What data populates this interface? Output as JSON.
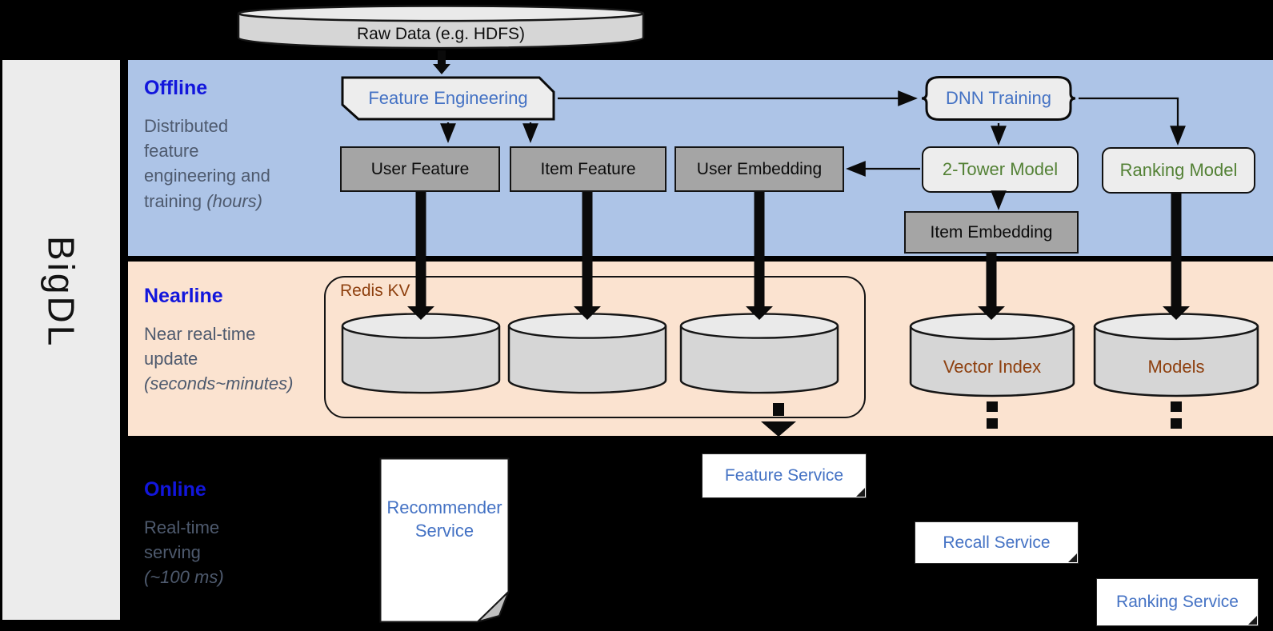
{
  "colors": {
    "bg": "#000000",
    "sidebar-bg": "#ececec",
    "band-offline": "#adc4e7",
    "band-nearline": "#fbe3d0",
    "title-blue": "#1216dc",
    "desc-gray": "#4e5a6e",
    "node-blue": "#4472c4",
    "node-green": "#538135",
    "node-brown": "#8e400f",
    "box-gray": "#a5a5a5",
    "shape-light": "#ededed",
    "cyl-body": "#d6d6d6",
    "cyl-top": "#eaeaea",
    "line": "#0a0a0a",
    "card-white": "#ffffff",
    "doc-fold": "#bfbfbf"
  },
  "sidebar": {
    "brand": "BigDL"
  },
  "pipeline": {
    "raw_data": "Raw Data (e.g. HDFS)"
  },
  "sections": {
    "offline": {
      "title": "Offline",
      "desc": "Distributed feature engineering and training ",
      "desc_italic": "(hours)"
    },
    "nearline": {
      "title": "Nearline",
      "desc": "Near real-time update ",
      "desc_italic": "(seconds~minutes)"
    },
    "online": {
      "title": "Online",
      "desc": "Real-time serving ",
      "desc_italic": "(~100 ms)"
    }
  },
  "nodes": {
    "feature_engineering": "Feature Engineering",
    "user_feature": "User Feature",
    "item_feature": "Item Feature",
    "user_embedding": "User Embedding",
    "dnn_training": "DNN Training",
    "two_tower_model": "2-Tower Model",
    "ranking_model": "Ranking Model",
    "item_embedding": "Item Embedding",
    "redis_kv": "Redis KV",
    "vector_index": "Vector Index",
    "models": "Models",
    "recommender_service": "Recommender Service",
    "feature_service": "Feature Service",
    "recall_service": "Recall Service",
    "ranking_service": "Ranking Service"
  }
}
